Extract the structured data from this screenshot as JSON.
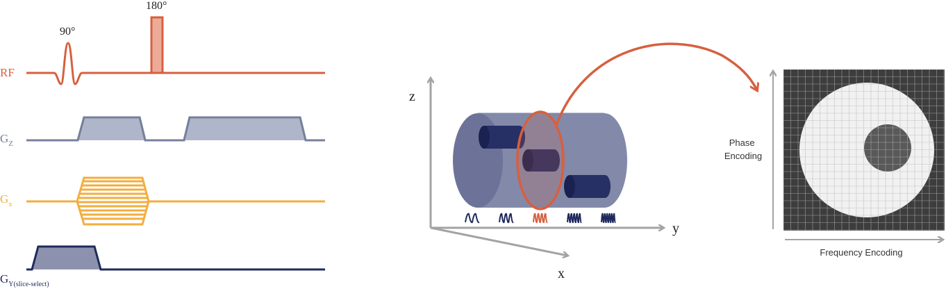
{
  "colors": {
    "rf": "#d6603f",
    "rf_fill": "#ecab98",
    "gz": "#76809d",
    "gz_fill": "#b0b6c9",
    "gx": "#f2ae40",
    "gy": "#1f2a5c",
    "gy_fill": "#8c92ae",
    "axis": "#a3a3a3",
    "cyl": "#8389a9",
    "cyl_dark": "#263064",
    "kspace_dark": "#3d3d3d",
    "kspace_light": "#f1f1f1",
    "kspace_blob": "#595959"
  },
  "pulse_sequence": {
    "rf_label": "RF",
    "flip_90": "90°",
    "flip_180": "180°",
    "gz_main": "G",
    "gz_sub": "Z",
    "gx_main": "G",
    "gx_sub": "x",
    "gy_main": "G",
    "gy_sub": "Y(slice-select)"
  },
  "phantom": {
    "axis_z": "z",
    "axis_y": "y",
    "axis_x": "x"
  },
  "kspace": {
    "phase_label_line1": "Phase",
    "phase_label_line2": "Encoding",
    "frequency_label": "Frequency Encoding"
  }
}
